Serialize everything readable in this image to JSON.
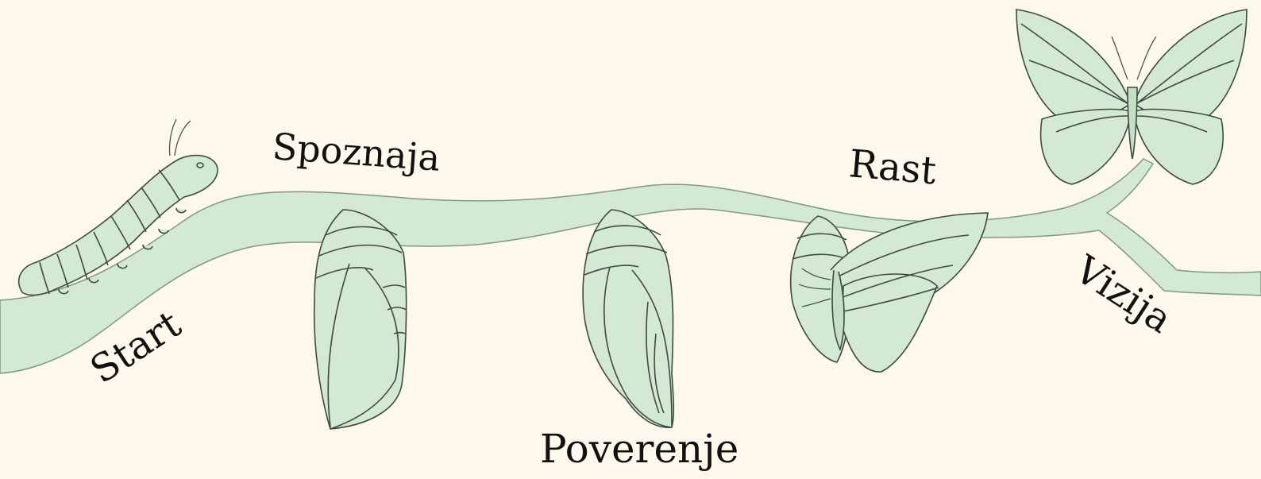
{
  "colors": {
    "background": "#fef8ec",
    "fill": "#d4e9d4",
    "stroke": "#3d4a3f",
    "text": "#111111"
  },
  "stages": [
    {
      "id": "start",
      "label": "Start",
      "icon": "caterpillar-icon"
    },
    {
      "id": "spoznaja",
      "label": "Spoznaja",
      "icon": "chrysalis-icon"
    },
    {
      "id": "poverenje",
      "label": "Poverenje",
      "icon": "chrysalis-icon"
    },
    {
      "id": "rast",
      "label": "Rast",
      "icon": "emerging-butterfly-icon"
    },
    {
      "id": "vizija",
      "label": "Vizija",
      "icon": "butterfly-icon"
    }
  ]
}
